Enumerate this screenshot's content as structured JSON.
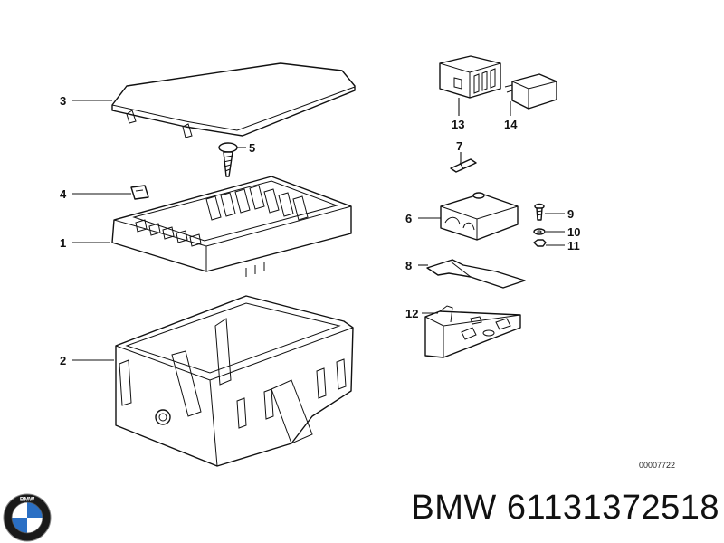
{
  "parts": [
    {
      "num": "1"
    },
    {
      "num": "2"
    },
    {
      "num": "3"
    },
    {
      "num": "4"
    },
    {
      "num": "5"
    },
    {
      "num": "6"
    },
    {
      "num": "7"
    },
    {
      "num": "8"
    },
    {
      "num": "9"
    },
    {
      "num": "10"
    },
    {
      "num": "11"
    },
    {
      "num": "12"
    },
    {
      "num": "13"
    },
    {
      "num": "14"
    }
  ],
  "drawing_number": "00007722",
  "footer": {
    "brand": "BMW",
    "part_number": "61131372518",
    "text": "BMW 61131372518"
  },
  "logo": {
    "text": "BMW",
    "colors": {
      "ring": "#1a1a1a",
      "blue": "#2a6fc4",
      "white": "#ffffff"
    }
  }
}
